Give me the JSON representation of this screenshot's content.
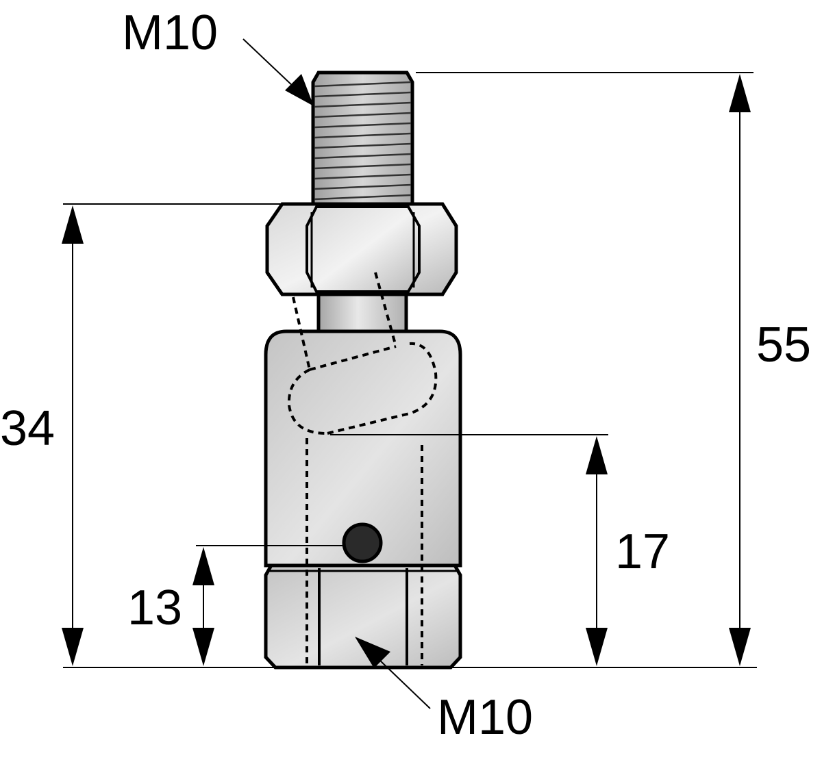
{
  "labels": {
    "thread_top": "M10",
    "thread_bottom": "M10",
    "overall_height": "55",
    "body_height": "34",
    "pivot_height": "17",
    "pin_height": "13"
  },
  "colors": {
    "metal_light": "#e6e6e6",
    "metal_mid": "#c8c8c8",
    "metal_dark": "#a9a9a9",
    "line": "#000000",
    "pin": "#2a2a2a"
  }
}
